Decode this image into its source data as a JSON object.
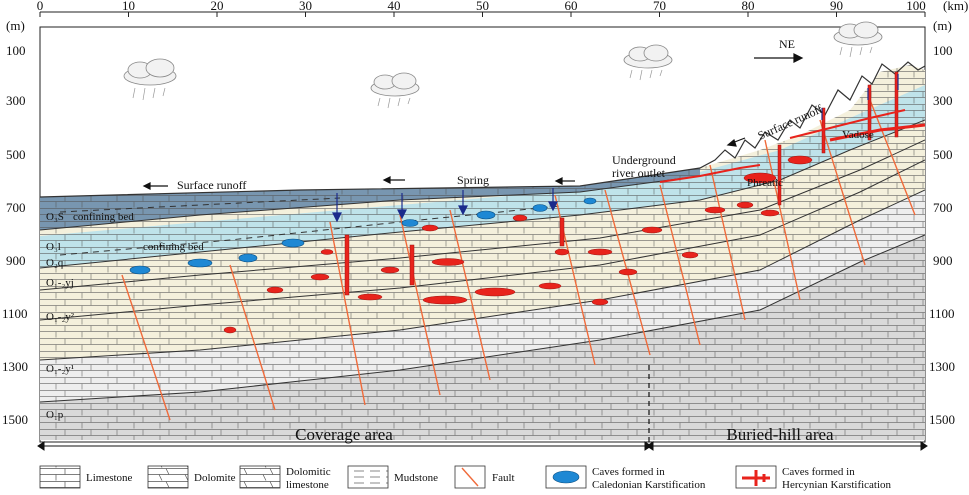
{
  "axes": {
    "x_ticks": [
      "0",
      "10",
      "20",
      "30",
      "40",
      "50",
      "60",
      "70",
      "80",
      "90",
      "100"
    ],
    "x_unit": "(km)",
    "y_unit": "(m)",
    "y_ticks": [
      "100",
      "300",
      "500",
      "700",
      "900",
      "1100",
      "1300",
      "1500"
    ]
  },
  "labels": {
    "direction": "NE",
    "surface_runoff_left": "Surface runoff",
    "surface_runoff_right": "Surface runoff",
    "spring": "Spring",
    "underground_outlet_line1": "Underground",
    "underground_outlet_line2": "river outlet",
    "vadose": "Vadose",
    "phreatic": "Phreatic",
    "confining_bed_1": "confining bed",
    "confining_bed_2": "confining bed"
  },
  "formations": [
    "O₃S",
    "O₃l",
    "O₂q",
    "O₁-₂yj",
    "O₁-₂y²",
    "O₁-₂y¹",
    "O₁p"
  ],
  "areas": {
    "coverage": "Coverage area",
    "buried_hill": "Buried-hill area"
  },
  "legend": {
    "limestone": "Limestone",
    "dolomite": "Dolomite",
    "dolomitic_line1": "Dolomitic",
    "dolomitic_line2": "limestone",
    "mudstone": "Mudstone",
    "fault": "Fault",
    "caledonian_line1": "Caves formed in",
    "caledonian_line2": "Caledonian Karstification",
    "hercynian_line1": "Caves formed in",
    "hercynian_line2": "Hercynian Karstification"
  },
  "colors": {
    "caledonian_cave": "#1e88d4",
    "hercynian_cave": "#e8231c",
    "fault": "#f06a3a",
    "surface_layer": "#7896b0",
    "aquifer": "#bfe3ea",
    "host_rock": "#f4f0dc",
    "basement": "#d9d9d9"
  }
}
